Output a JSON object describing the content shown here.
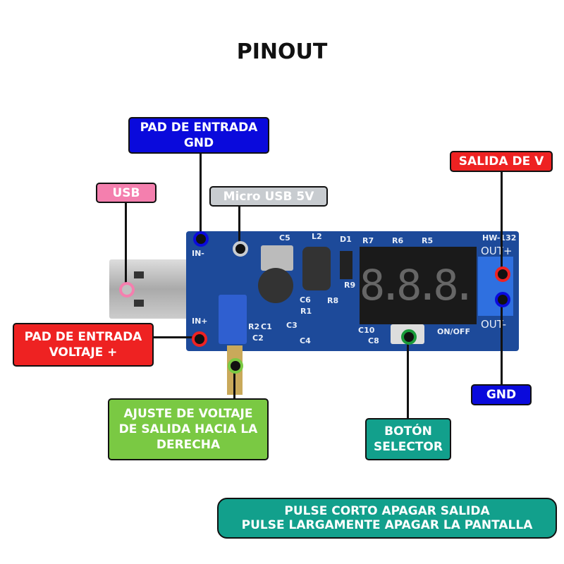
{
  "title": "PINOUT",
  "labels": {
    "pad_gnd": [
      "PAD DE ENTRADA",
      "GND"
    ],
    "usb": "USB",
    "micro_usb": "Micro USB 5V",
    "salida_v": "SALIDA DE V",
    "pad_voltaje": [
      "PAD DE ENTRADA",
      "VOLTAJE +"
    ],
    "gnd_out": "GND",
    "ajuste": [
      "AJUSTE DE VOLTAJE",
      "DE SALIDA  HACIA LA",
      "DERECHA"
    ],
    "boton": [
      "BOTÓN",
      "SELECTOR"
    ],
    "nota": [
      "PULSE CORTO APAGAR SALIDA",
      "PULSE LARGAMENTE APAGAR LA PANTALLA"
    ]
  },
  "board": {
    "model": "HW-132",
    "out_plus": "OUT+",
    "out_minus": "OUT-",
    "in_minus": "IN-",
    "in_plus": "IN+",
    "on_off": "ON/OFF",
    "display": "8.8.8.",
    "parts": [
      "C5",
      "L2",
      "D1",
      "R7",
      "R6",
      "R5",
      "R9",
      "R8",
      "R1",
      "C6",
      "C3",
      "C2",
      "C4",
      "C10",
      "C8",
      "R2",
      "C1"
    ]
  },
  "colors": {
    "blue": "#0a0adc",
    "pink": "#f47fae",
    "gray": "#c8ccd0",
    "red": "#ee2222",
    "green": "#7ac943",
    "teal": "#12a08c"
  }
}
